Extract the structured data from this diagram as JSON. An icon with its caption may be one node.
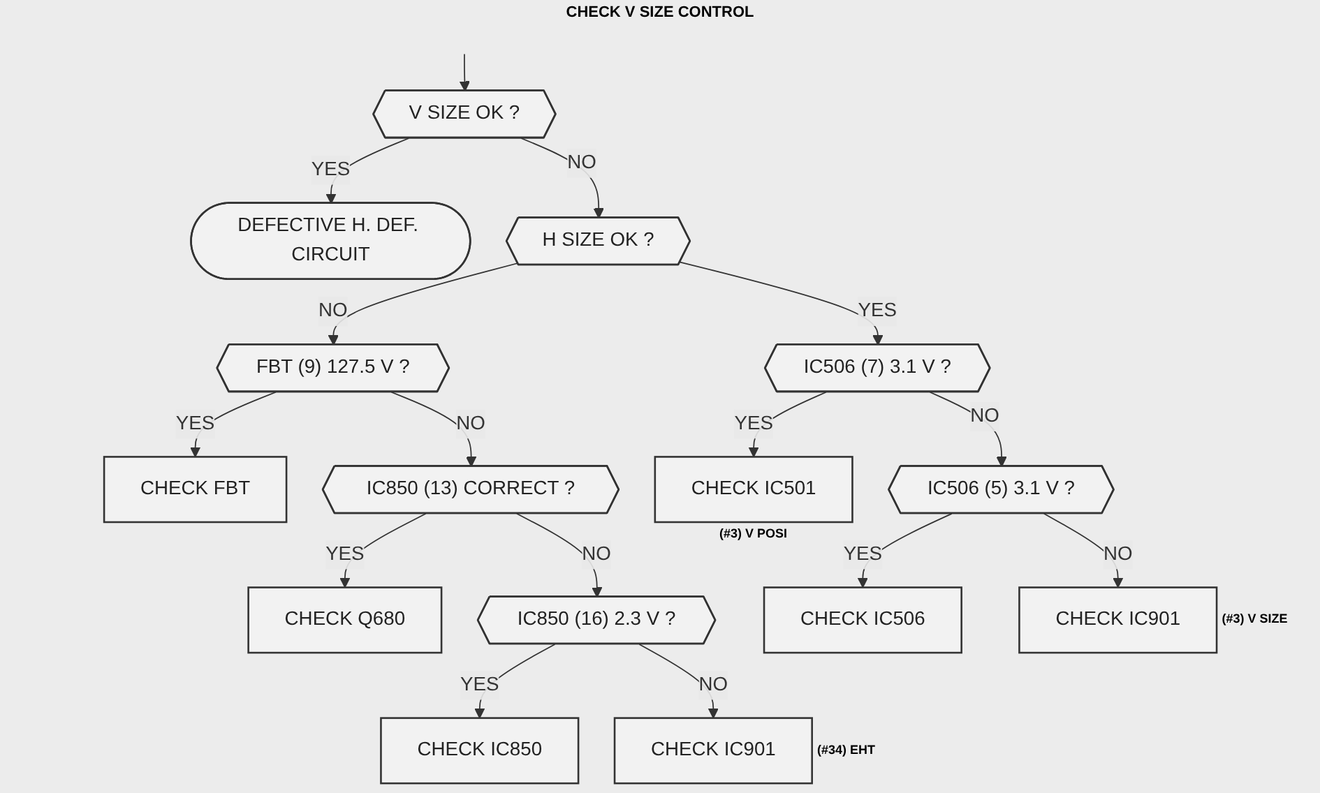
{
  "diagram": {
    "nodes": [
      {
        "text": [
          "V SIZE OK ?"
        ]
      },
      {
        "text": [
          "DEFECTIVE H. DEF. CIRCUIT"
        ]
      },
      {
        "text": [
          "H SIZE OK ?"
        ]
      },
      {
        "text": [
          "FBT (9) 127.5 V ?"
        ]
      },
      {
        "text": [
          "CHECK FBT"
        ]
      },
      {
        "text": [
          "IC850 (13) CORRECT ?"
        ]
      },
      {
        "text": [
          "CHECK Q680"
        ]
      },
      {
        "text": [
          "IC850 (16) 2.3 V ?"
        ]
      },
      {
        "text": [
          "CHECK IC850"
        ]
      },
      {
        "text": [
          "CHECK IC901"
        ],
        "beside": [
          "(#34) EHT"
        ]
      },
      {
        "text": [
          "IC506 (7) 3.1 V ?"
        ]
      },
      {
        "text": [
          "CHECK IC501"
        ],
        "beside": [
          "(#3) V POSI"
        ]
      },
      {
        "text": [
          "IC506 (5) 3.1 V ?"
        ]
      },
      {
        "text": [
          "CHECK IC506"
        ]
      },
      {
        "text": [
          "CHECK IC901"
        ],
        "beside": [
          "(#3) V SIZE"
        ]
      }
    ],
    "edges": [
      {
        "from": null,
        "to": 0,
        "arrow": "to"
      },
      {
        "from": 0,
        "to": 1,
        "arrow": "to",
        "label": "YES"
      },
      {
        "from": 0,
        "to": 2,
        "arrow": "to",
        "label": "NO"
      },
      {
        "from": 2,
        "to": 10,
        "arrow": "to",
        "label": "YES"
      },
      {
        "from": 2,
        "to": 3,
        "arrow": "to",
        "label": "NO"
      },
      {
        "from": 3,
        "to": 4,
        "arrow": "to",
        "label": "YES"
      },
      {
        "from": 3,
        "to": 5,
        "arrow": "to",
        "label": "NO"
      },
      {
        "from": 5,
        "to": 6,
        "arrow": "to",
        "label": "YES"
      },
      {
        "from": 5,
        "to": 7,
        "arrow": "to",
        "label": "NO"
      },
      {
        "from": 7,
        "to": 8,
        "arrow": "to",
        "label": "YES"
      },
      {
        "from": 7,
        "to": 9,
        "arrow": "to",
        "label": "NO"
      },
      {
        "from": 10,
        "to": 11,
        "arrow": "to",
        "label": "YES"
      },
      {
        "from": 10,
        "to": 12,
        "arrow": "to",
        "label": "NO"
      },
      {
        "from": 12,
        "to": 13,
        "arrow": "to",
        "label": "YES"
      },
      {
        "from": 12,
        "to": 14,
        "arrow": "to",
        "label": "NO"
      }
    ],
    "labels": [
      "CHECK V SIZE CONTROL"
    ]
  }
}
